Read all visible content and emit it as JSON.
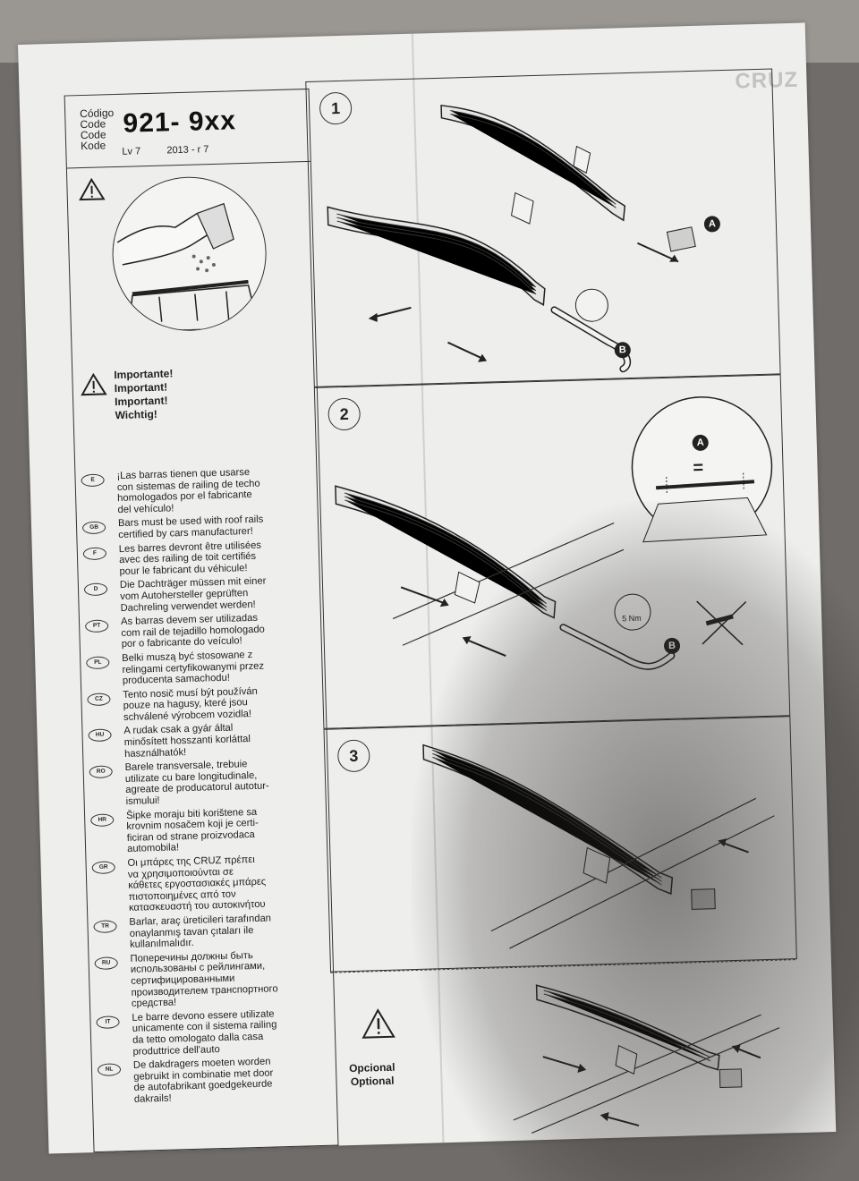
{
  "header": {
    "code_labels": [
      "Código",
      "Code",
      "Code",
      "Kode"
    ],
    "code_value": "921- 9xx",
    "level": "Lv 7",
    "year": "2013 - r 7"
  },
  "important": [
    "Importante!",
    "Important!",
    "Important!",
    "Wichtig!"
  ],
  "languages": [
    {
      "code": "E",
      "text": "¡Las barras tienen que usarse\ncon sistemas de railing de techo\nhomologados por el fabricante\ndel vehículo!"
    },
    {
      "code": "GB",
      "text": "Bars must be used with roof rails\ncertified by cars manufacturer!"
    },
    {
      "code": "F",
      "text": "Les barres devront être utilisées\navec des railing de toit certifiés\npour le fabricant du véhicule!"
    },
    {
      "code": "D",
      "text": "Die Dachträger müssen mit einer\nvom Autohersteller geprüften\nDachreling verwendet werden!"
    },
    {
      "code": "PT",
      "text": "As barras devem ser utilizadas\ncom rail de tejadillo homologado\npor o fabricante do veículo!"
    },
    {
      "code": "PL",
      "text": "Belki muszą być stosowane z\nrelingami certyfikowanymi przez\nproducenta samachodu!"
    },
    {
      "code": "CZ",
      "text": "Tento nosič musí být používán\npouze na hagusy, které jsou\nschválené výrobcem vozidla!"
    },
    {
      "code": "HU",
      "text": "A rudak csak a gyár által\nminősített hosszanti korláttal\nhasználhatók!"
    },
    {
      "code": "RO",
      "text": "Barele transversale, trebuie\nutilizate cu bare longitudinale,\nagreate de producatorul autotur-\nismului!"
    },
    {
      "code": "HR",
      "text": "Šipke moraju biti korištene sa\nkrovnim nosačem koji je certi-\nficiran od strane proizvodaca\nautomobila!"
    },
    {
      "code": "GR",
      "text": "Οι μπάρες της CRUZ πρέπει\nνα χρησιμοποιούνται σε\nκάθετες εργοστασιακές μπάρες\nπιστοποιημένες από τον\nκατασκευαστή του αυτοκινήτου"
    },
    {
      "code": "TR",
      "text": "Barlar, araç üreticileri tarafından\nonaylanmış tavan çıtaları ile\nkullanılmalıdır."
    },
    {
      "code": "RU",
      "text": "Поперечины должны быть\nиспользованы с рейлингами,\nсертифицированными\nпроизводителем транспортного\nсредства!"
    },
    {
      "code": "IT",
      "text": "Le barre devono essere utilizate\nunicamente con il sistema railing\nda tetto omologato dalla casa\nproduttrice dell'auto"
    },
    {
      "code": "NL",
      "text": "De dakdragers moeten worden\ngebruikt in combinatie met door\nde autofabrikant goedgekeurde\ndakrails!"
    }
  ],
  "steps": [
    {
      "number": "1",
      "labels": [
        "A",
        "B"
      ]
    },
    {
      "number": "2",
      "labels": [
        "A",
        "B"
      ],
      "equal": "=",
      "torque": "5 Nm"
    },
    {
      "number": "3"
    }
  ],
  "optional": {
    "lines": [
      "Opcional",
      "Optional"
    ]
  },
  "logo": "CRUZ"
}
